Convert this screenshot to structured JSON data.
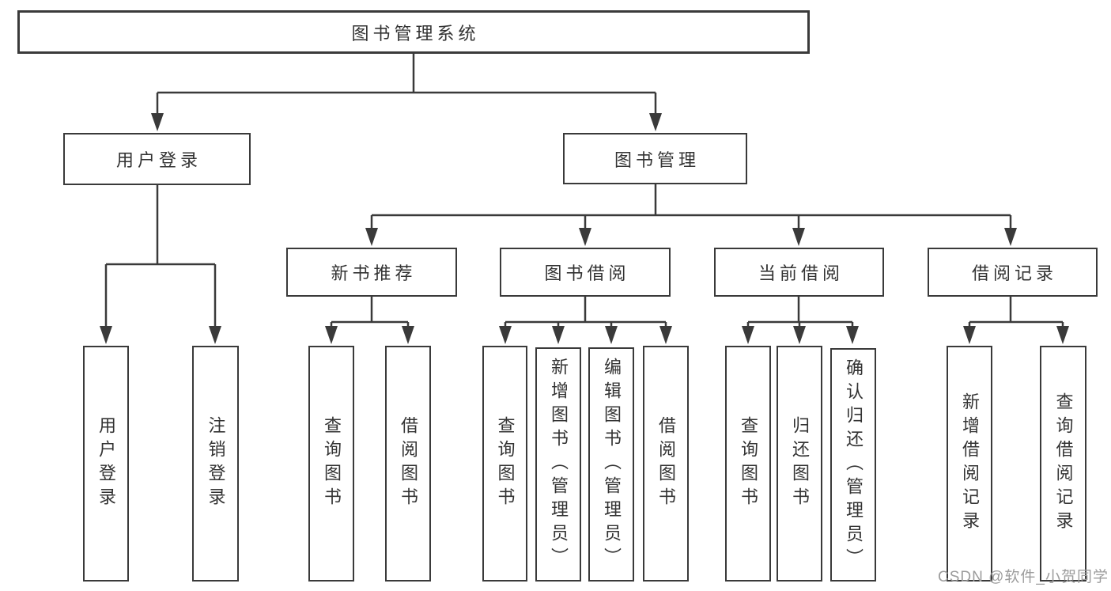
{
  "diagram": {
    "tree": {
      "label": "图书管理系统",
      "children": [
        {
          "label": "用户登录",
          "children": [
            {
              "label": "用户登录"
            },
            {
              "label": "注销登录"
            }
          ]
        },
        {
          "label": "图书管理",
          "children": [
            {
              "label": "新书推荐",
              "children": [
                {
                  "label": "查询图书"
                },
                {
                  "label": "借阅图书"
                }
              ]
            },
            {
              "label": "图书借阅",
              "children": [
                {
                  "label": "查询图书"
                },
                {
                  "label": "新增图书（管理员）"
                },
                {
                  "label": "编辑图书（管理员）"
                },
                {
                  "label": "借阅图书"
                }
              ]
            },
            {
              "label": "当前借阅",
              "children": [
                {
                  "label": "查询图书"
                },
                {
                  "label": "归还图书"
                },
                {
                  "label": "确认归还（管理员）"
                }
              ]
            },
            {
              "label": "借阅记录",
              "children": [
                {
                  "label": "新增借阅记录"
                },
                {
                  "label": "查询借阅记录"
                }
              ]
            }
          ]
        }
      ]
    },
    "watermark": "CSDN @软件_小贺同学",
    "colors": {
      "line": "#3a3a3a",
      "box_border": "#3a3a3a",
      "box_fill": "#ffffff",
      "text": "#333333",
      "watermark": "#9c9c9c",
      "background": "#ffffff"
    }
  }
}
